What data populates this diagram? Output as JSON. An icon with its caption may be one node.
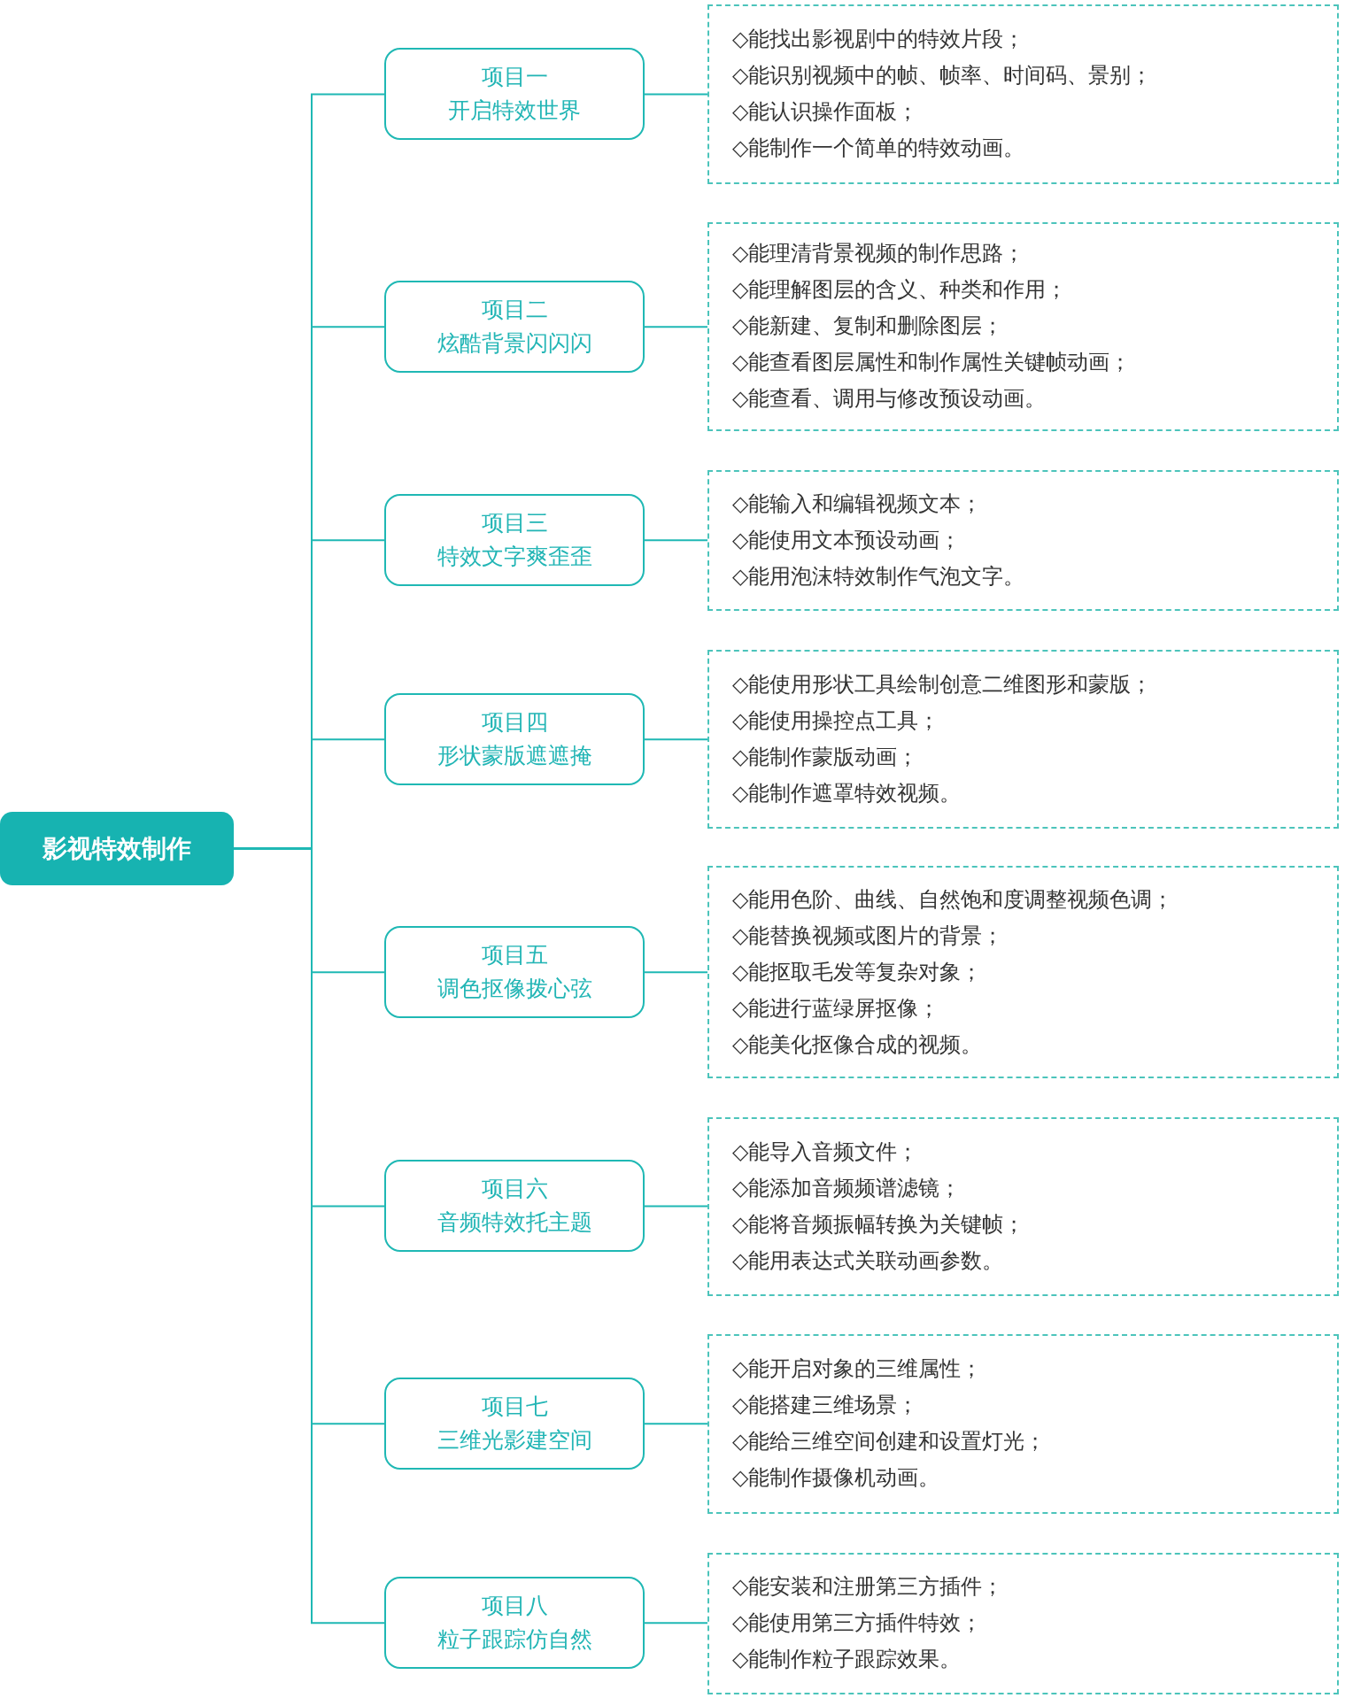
{
  "diagram": {
    "nodes": [
      {
        "text": [
          "影视特效制作"
        ]
      },
      {
        "text": [
          "项目一",
          "开启特效世界"
        ]
      },
      {
        "text": [
          "◇能找出影视剧中的特效片段；",
          "◇能识别视频中的帧、帧率、时间码、景别；",
          "◇能认识操作面板；",
          "◇能制作一个简单的特效动画。"
        ]
      },
      {
        "text": [
          "项目二",
          "炫酷背景闪闪闪"
        ]
      },
      {
        "text": [
          "◇能理清背景视频的制作思路；",
          "◇能理解图层的含义、种类和作用；",
          "◇能新建、复制和删除图层；",
          "◇能查看图层属性和制作属性关键帧动画；",
          "◇能查看、调用与修改预设动画。"
        ]
      },
      {
        "text": [
          "项目三",
          "特效文字爽歪歪"
        ]
      },
      {
        "text": [
          "◇能输入和编辑视频文本；",
          "◇能使用文本预设动画；",
          "◇能用泡沫特效制作气泡文字。"
        ]
      },
      {
        "text": [
          "项目四",
          "形状蒙版遮遮掩"
        ]
      },
      {
        "text": [
          "◇能使用形状工具绘制创意二维图形和蒙版；",
          "◇能使用操控点工具；",
          "◇能制作蒙版动画；",
          "◇能制作遮罩特效视频。"
        ]
      },
      {
        "text": [
          "项目五",
          "调色抠像拨心弦"
        ]
      },
      {
        "text": [
          "◇能用色阶、曲线、自然饱和度调整视频色调；",
          "◇能替换视频或图片的背景；",
          "◇能抠取毛发等复杂对象；",
          "◇能进行蓝绿屏抠像；",
          "◇能美化抠像合成的视频。"
        ]
      },
      {
        "text": [
          "项目六",
          "音频特效托主题"
        ]
      },
      {
        "text": [
          "◇能导入音频文件；",
          "◇能添加音频频谱滤镜；",
          "◇能将音频振幅转换为关键帧；",
          "◇能用表达式关联动画参数。"
        ]
      },
      {
        "text": [
          "项目七",
          "三维光影建空间"
        ]
      },
      {
        "text": [
          "◇能开启对象的三维属性；",
          "◇能搭建三维场景；",
          "◇能给三维空间创建和设置灯光；",
          "◇能制作摄像机动画。"
        ]
      },
      {
        "text": [
          "项目八",
          "粒子跟踪仿自然"
        ]
      },
      {
        "text": [
          "◇能安装和注册第三方插件；",
          "◇能使用第三方插件特效；",
          "◇能制作粒子跟踪效果。"
        ]
      }
    ],
    "edges": [
      {
        "from": 0,
        "to": 1,
        "arrow": "none"
      },
      {
        "from": 1,
        "to": 2,
        "arrow": "none"
      },
      {
        "from": 0,
        "to": 3,
        "arrow": "none"
      },
      {
        "from": 3,
        "to": 4,
        "arrow": "none"
      },
      {
        "from": 0,
        "to": 5,
        "arrow": "none"
      },
      {
        "from": 5,
        "to": 6,
        "arrow": "none"
      },
      {
        "from": 0,
        "to": 7,
        "arrow": "none"
      },
      {
        "from": 7,
        "to": 8,
        "arrow": "none"
      },
      {
        "from": 0,
        "to": 9,
        "arrow": "none"
      },
      {
        "from": 9,
        "to": 10,
        "arrow": "none"
      },
      {
        "from": 0,
        "to": 11,
        "arrow": "none"
      },
      {
        "from": 11,
        "to": 12,
        "arrow": "none"
      },
      {
        "from": 0,
        "to": 13,
        "arrow": "none"
      },
      {
        "from": 13,
        "to": 14,
        "arrow": "none"
      },
      {
        "from": 0,
        "to": 15,
        "arrow": "none"
      },
      {
        "from": 15,
        "to": 16,
        "arrow": "none"
      }
    ]
  }
}
